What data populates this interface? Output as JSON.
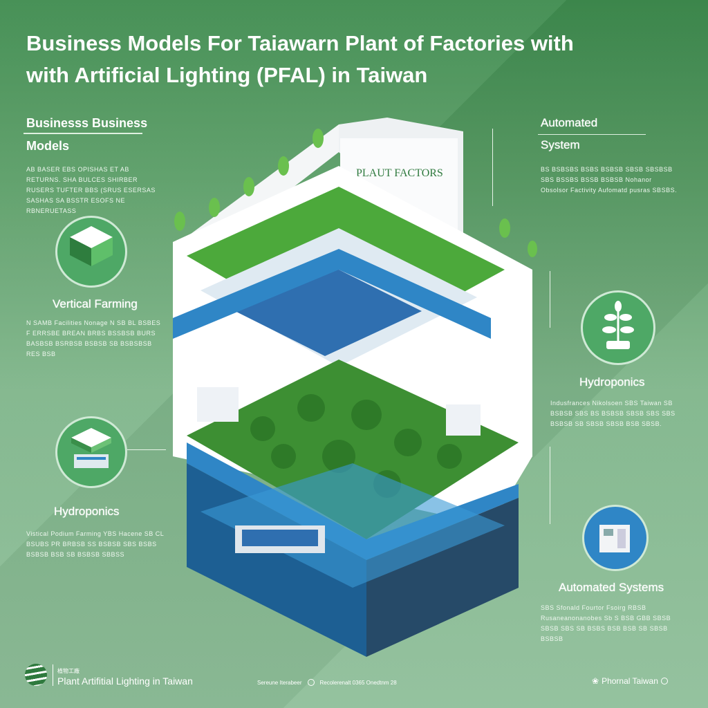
{
  "title": {
    "line1": "Business Models For Taiawarn Plant of Factories with",
    "line2": "with Artificial Lighting (PFAL) in Taiwan"
  },
  "left": {
    "section1": {
      "heading1": "Businesss Business",
      "heading2": "Models",
      "body": "AB BASER EBS OPISHAS ET AB RETURNS. SHA BULCES SHIRBER RUSERS TUFTER BBS (SRUS ESERSAS SASHAS SA BSSTR ESOFS NE RBNERUETASS"
    },
    "section2": {
      "heading": "Vertical Farming",
      "body": "N SAMB Facilities Nonage N SB BL BSBES F ERRSBE BREAN BRBS BSSBSB BURS BASBSB BSRBSB BSBSB SB BSBSBSB RES BSB"
    },
    "section3": {
      "heading": "Hydroponics",
      "body": "Vistical Podium Farming YBS Hacene SB CL BSUBS PR BRBSB SS BSBSB SBS BSBS BSBSB BSB SB BSBSB SBBSS"
    }
  },
  "right": {
    "section1": {
      "heading1": "Automated",
      "heading2": "System",
      "body": "BS BSBSBS BSBS BSBSB SBSB SBSBSB SBS BSSBS BSSB BSBSB Nohanor Obsolsor Factivity Aufomatd pusras SBSBS."
    },
    "section2": {
      "heading": "Hydroponics",
      "body": "Indusfrances Nikolsoen SBS Taiwan SB BSBSB SBS BS BSBSB SBSB SBS SBS BSBSB SB SBSB SBSB BSB SBSB."
    },
    "section3": {
      "heading": "Automated Systems",
      "body": "SBS Sfonald Fourtor Fsoirg RBSB Rusaneanonanobes Sb S BSB GBB SBSB SBSB SBS SB BSBS BSB BSB SB SBSB BSBSB"
    }
  },
  "illustration": {
    "sign": "PLAUT FACTORS"
  },
  "footer": {
    "logo_chinese": "植物工廠",
    "brand": "Plant Artifitial Lighting in Taiwan",
    "middle1": "Sereune Iterabeer",
    "middle2": "Recolerenalt 0365 Onedtnm 28",
    "right": "Phornal Taiwan"
  },
  "colors": {
    "accent": "#4ea866",
    "blue": "#2f86c6"
  }
}
